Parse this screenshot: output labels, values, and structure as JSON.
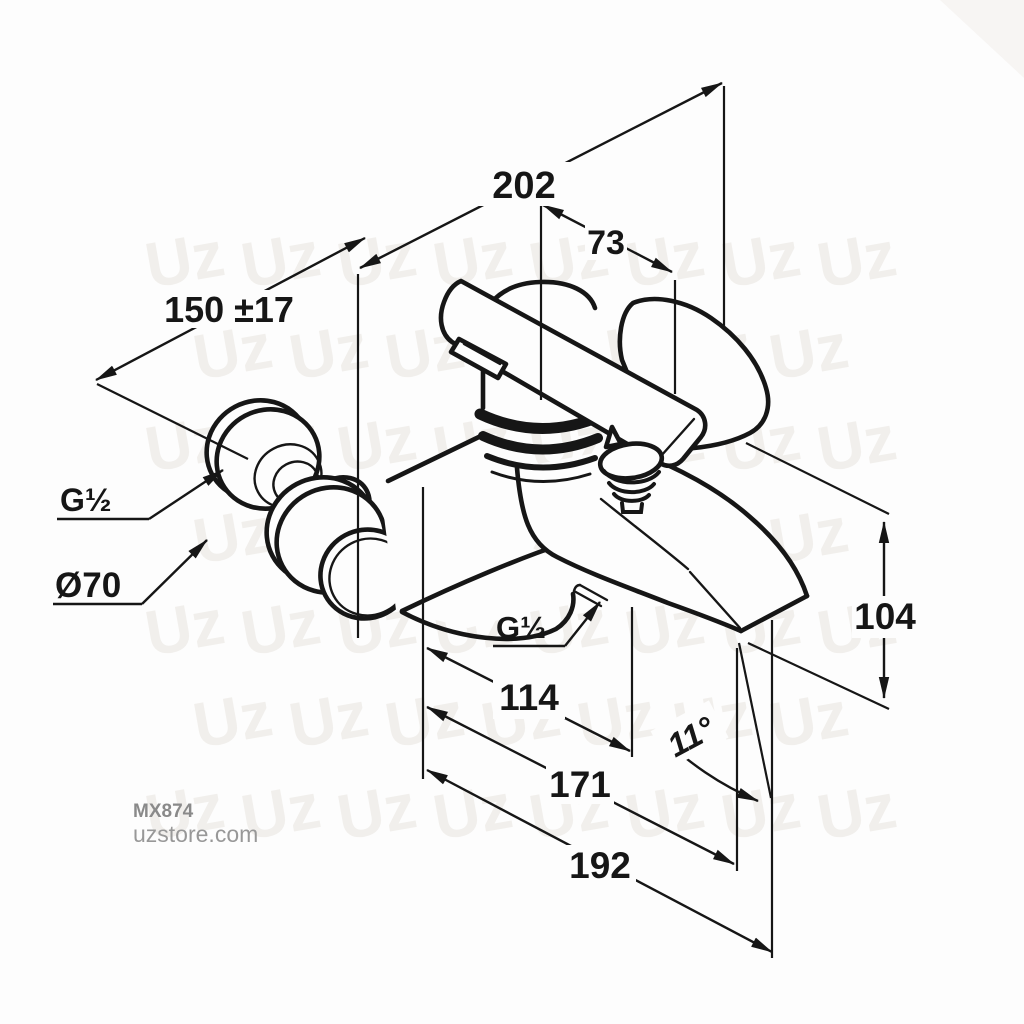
{
  "drawing": {
    "type": "technical-dimension-drawing",
    "subject": "wall-mounted single-lever bath mixer",
    "colors": {
      "line": "#161616",
      "background": "#fdfdfd",
      "watermark": "#eae7e2",
      "caption_gray": "#8a8a8a"
    },
    "labels": {
      "d202": "202",
      "d73": "73",
      "d150": "150 ±17",
      "g_half_inlet": "G½",
      "dia70": "Ø70",
      "g_half_outlet": "G½",
      "d104": "104",
      "d114": "114",
      "d171": "171",
      "d192": "192",
      "angle11": "11°"
    }
  },
  "watermark": {
    "tile": "Uz",
    "product_code": "MX874",
    "site": "uzstore.com"
  }
}
